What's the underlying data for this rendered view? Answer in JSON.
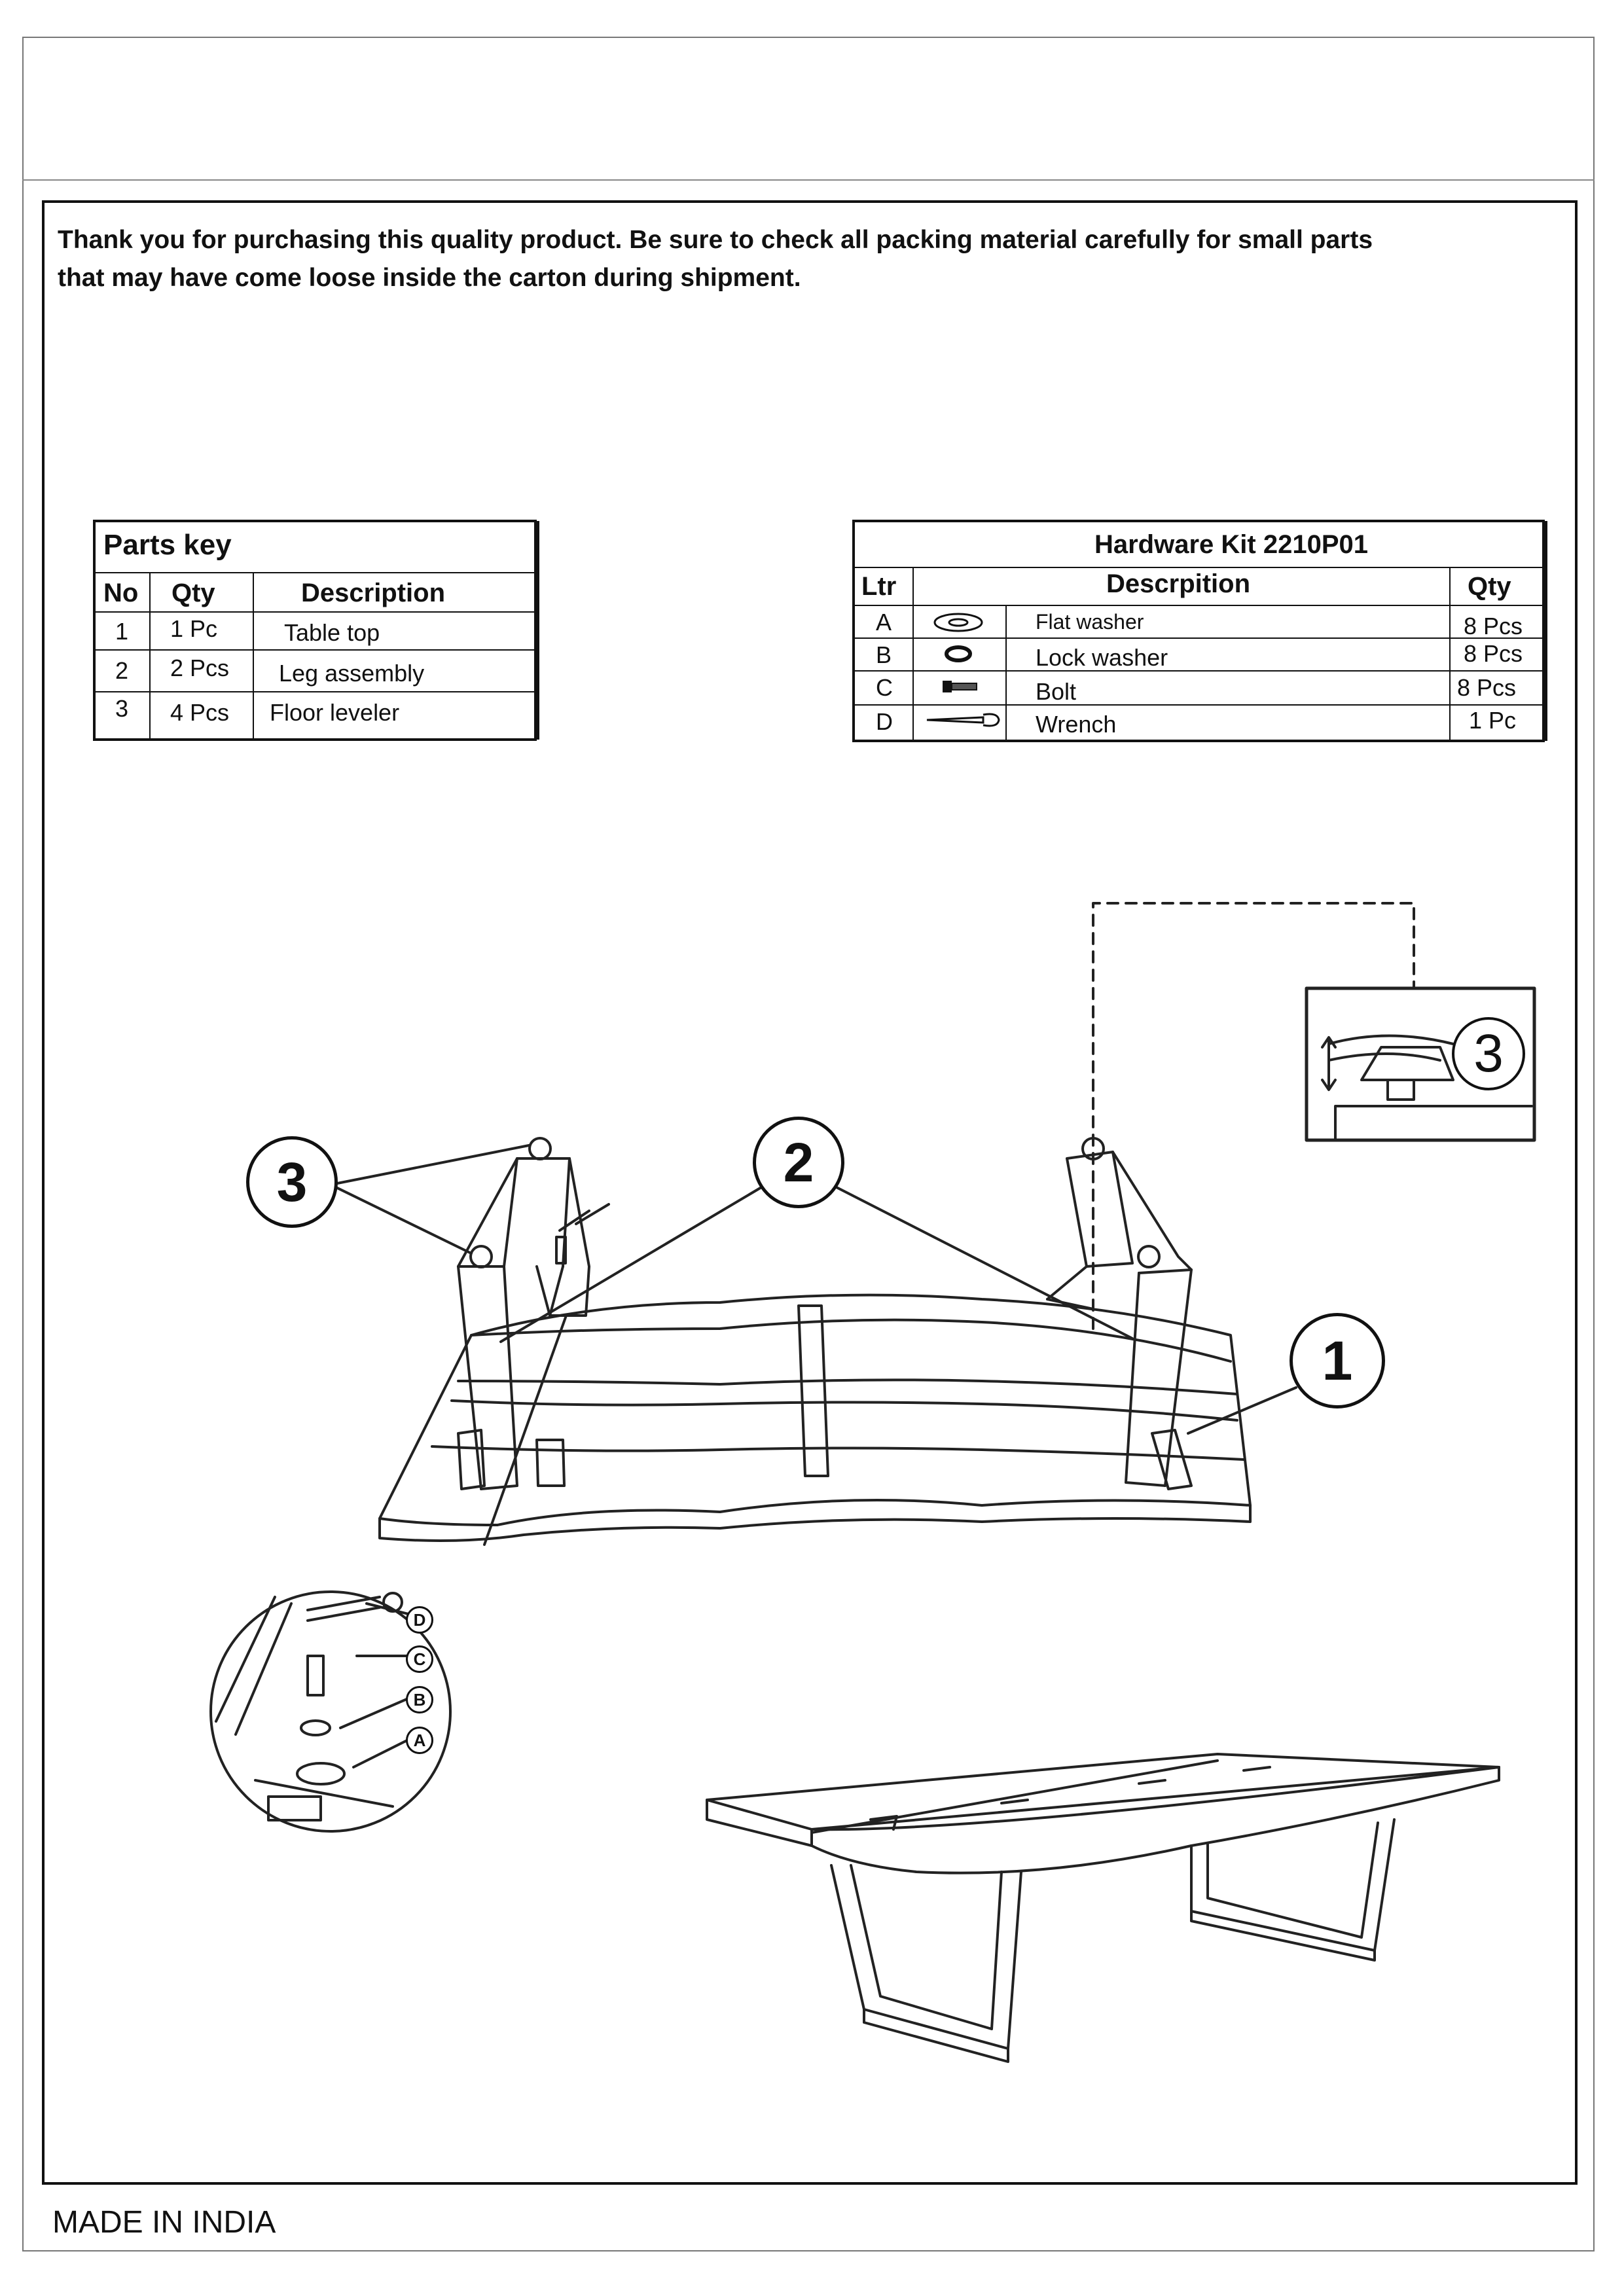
{
  "intro": {
    "line1": "Thank you for purchasing this quality product. Be sure to check all packing material carefully for small parts",
    "line2": "that may have come loose inside the carton during shipment."
  },
  "parts_key": {
    "title": "Parts key",
    "headers": [
      "No",
      "Qty",
      "Description"
    ],
    "rows": [
      {
        "no": "1",
        "qty": "1 Pc",
        "desc": "Table top"
      },
      {
        "no": "2",
        "qty": "2 Pcs",
        "desc": "Leg assembly"
      },
      {
        "no": "3",
        "qty": "4 Pcs",
        "desc": "Floor leveler"
      }
    ]
  },
  "hardware": {
    "title": "Hardware Kit 2210P01",
    "headers": [
      "Ltr",
      "Descrpition",
      "Qty"
    ],
    "rows": [
      {
        "ltr": "A",
        "icon": "flat-washer-icon",
        "desc": "Flat washer",
        "qty": "8 Pcs"
      },
      {
        "ltr": "B",
        "icon": "lock-washer-icon",
        "desc": "Lock washer",
        "qty": "8 Pcs"
      },
      {
        "ltr": "C",
        "icon": "bolt-icon",
        "desc": "Bolt",
        "qty": "8 Pcs"
      },
      {
        "ltr": "D",
        "icon": "wrench-icon",
        "desc": "Wrench",
        "qty": "1 Pc"
      }
    ]
  },
  "callouts": {
    "c1": "1",
    "c2": "2",
    "c3": "3",
    "inset3": "3"
  },
  "detail_labels": {
    "d": "D",
    "c": "C",
    "b": "B",
    "a": "A"
  },
  "footer": {
    "made_in": "MADE IN INDIA"
  }
}
